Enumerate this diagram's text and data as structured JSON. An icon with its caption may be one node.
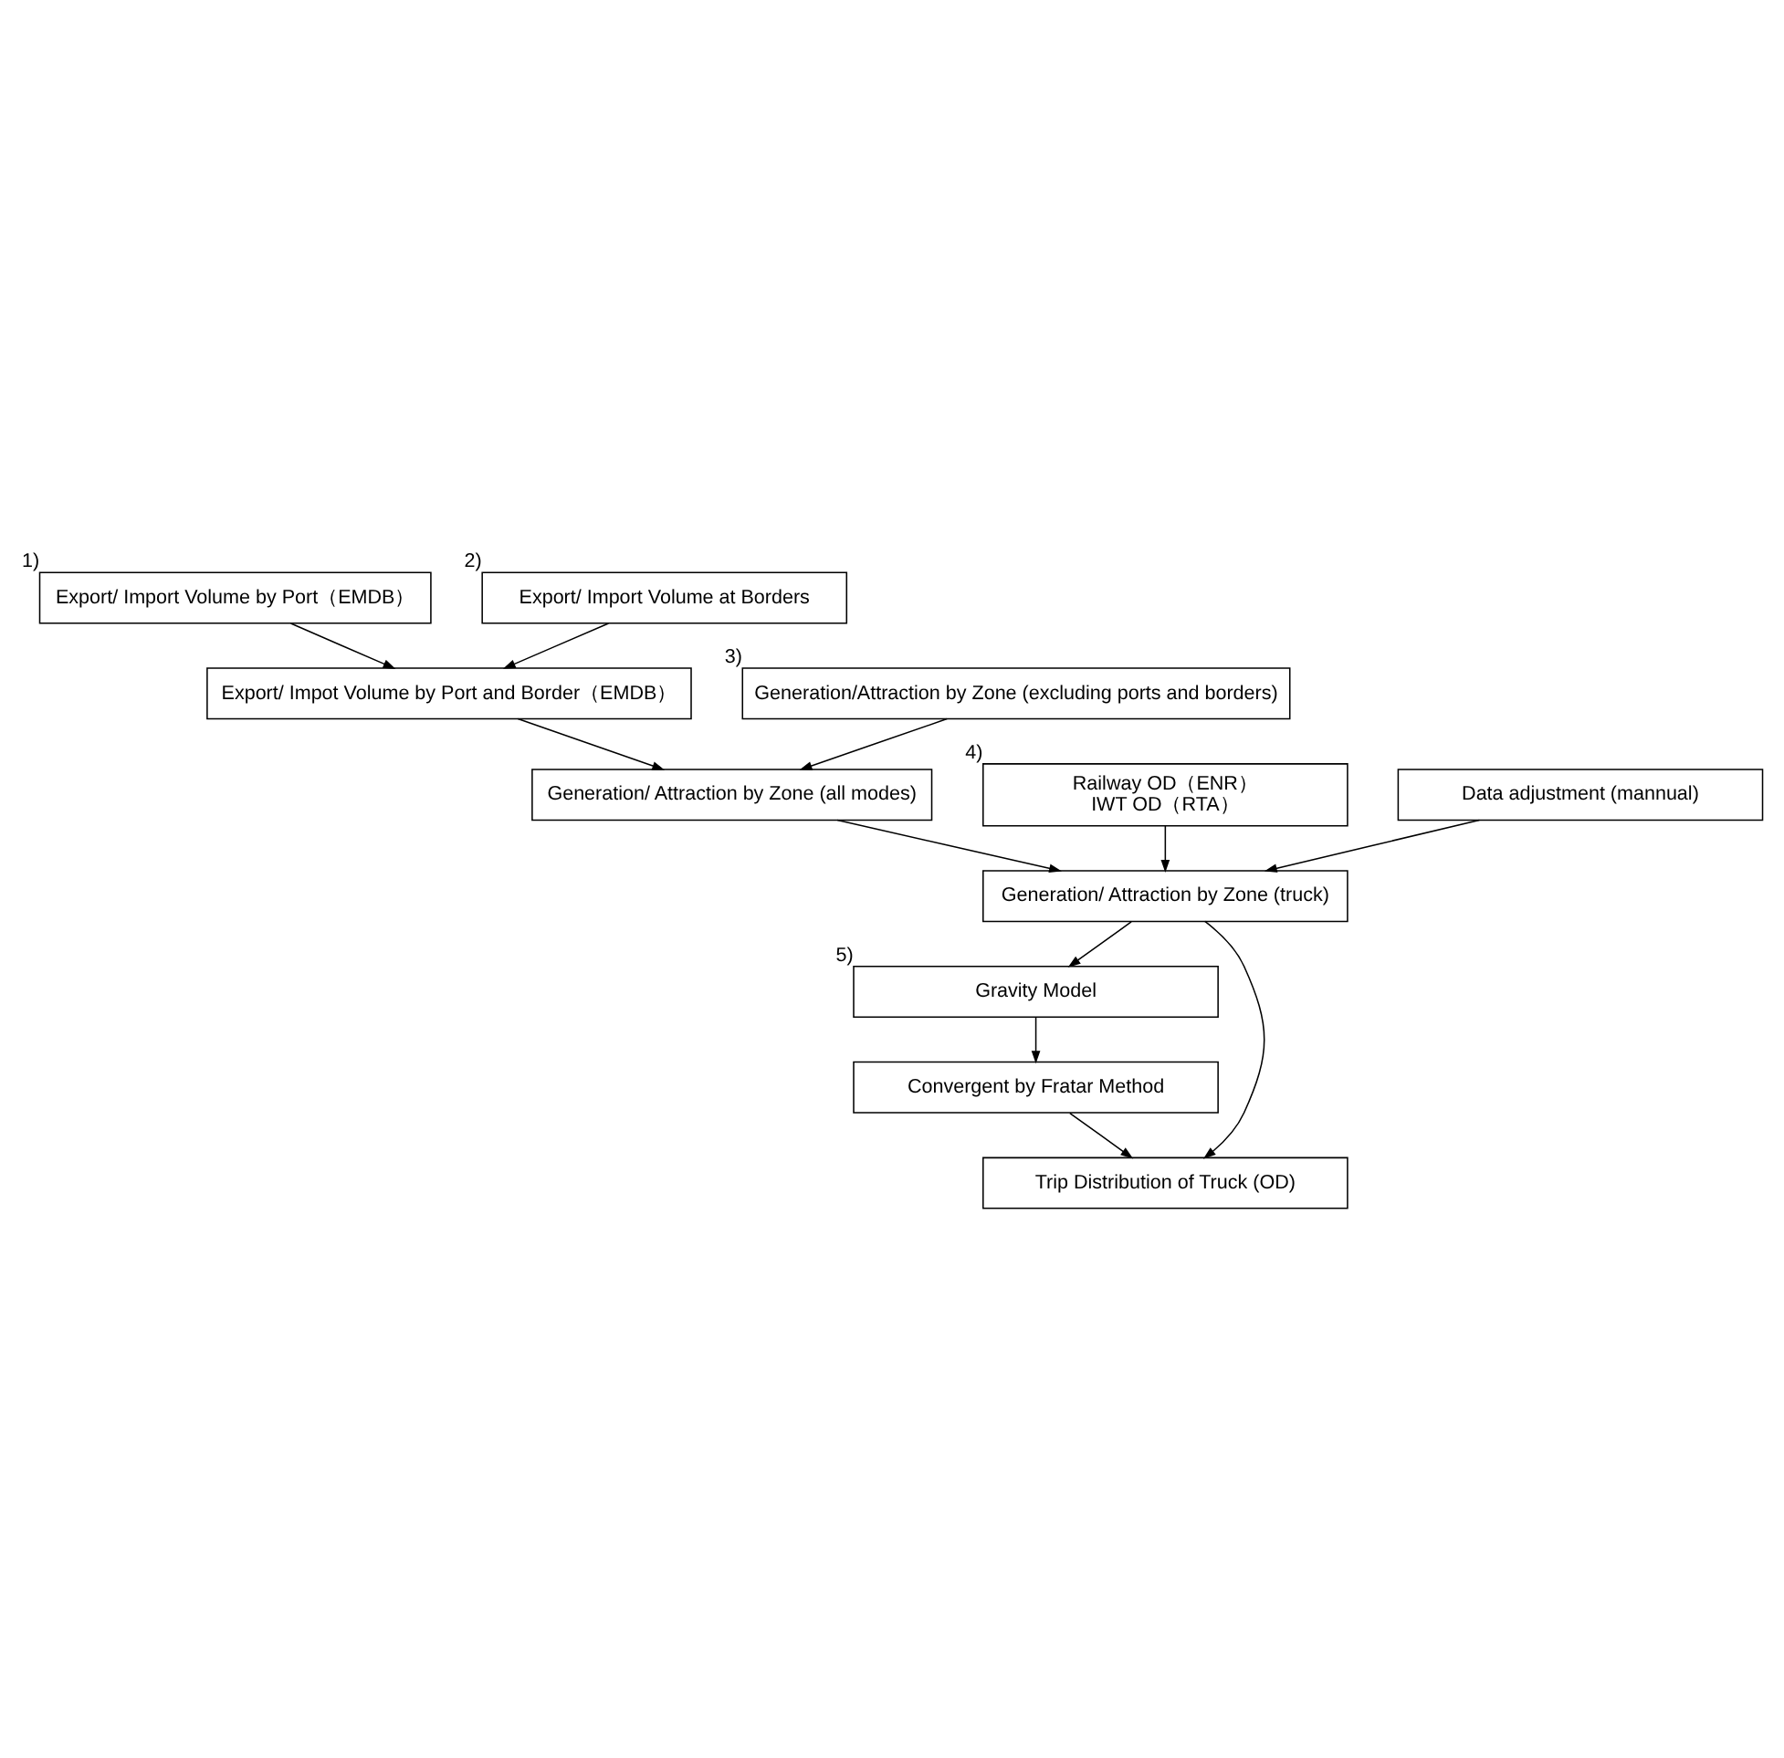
{
  "diagram": {
    "nodes": [
      {
        "text": [
          "Export/ Import Volume by Port（EMDB）"
        ],
        "beside": [
          "1)"
        ]
      },
      {
        "text": [
          "Export/ Import Volume at Borders"
        ],
        "beside": [
          "2)"
        ]
      },
      {
        "text": [
          "Export/ Impot Volume by Port and Border（EMDB）"
        ]
      },
      {
        "text": [
          "Generation/Attraction by Zone (excluding ports and borders)"
        ],
        "beside": [
          "3)"
        ]
      },
      {
        "text": [
          "Generation/ Attraction by Zone (all modes)"
        ]
      },
      {
        "text": [
          "Railway OD（ENR）",
          "IWT OD（RTA）"
        ],
        "beside": [
          "4)"
        ]
      },
      {
        "text": [
          "Data adjustment (mannual)"
        ]
      },
      {
        "text": [
          "Generation/ Attraction by Zone (truck)"
        ]
      },
      {
        "text": [
          "Gravity Model"
        ],
        "beside": [
          "5)"
        ]
      },
      {
        "text": [
          "Convergent by Fratar Method"
        ]
      },
      {
        "text": [
          "Trip Distribution of Truck (OD)"
        ]
      }
    ],
    "edges": [
      {
        "from": 0,
        "to": 2,
        "arrow": "to"
      },
      {
        "from": 1,
        "to": 2,
        "arrow": "to"
      },
      {
        "from": 2,
        "to": 4,
        "arrow": "to"
      },
      {
        "from": 3,
        "to": 4,
        "arrow": "to"
      },
      {
        "from": 4,
        "to": 7,
        "arrow": "to"
      },
      {
        "from": 5,
        "to": 7,
        "arrow": "to"
      },
      {
        "from": 6,
        "to": 7,
        "arrow": "to"
      },
      {
        "from": 7,
        "to": 8,
        "arrow": "to"
      },
      {
        "from": 8,
        "to": 9,
        "arrow": "to"
      },
      {
        "from": 9,
        "to": 10,
        "arrow": "to"
      },
      {
        "from": 7,
        "to": 10,
        "arrow": "to"
      }
    ]
  }
}
